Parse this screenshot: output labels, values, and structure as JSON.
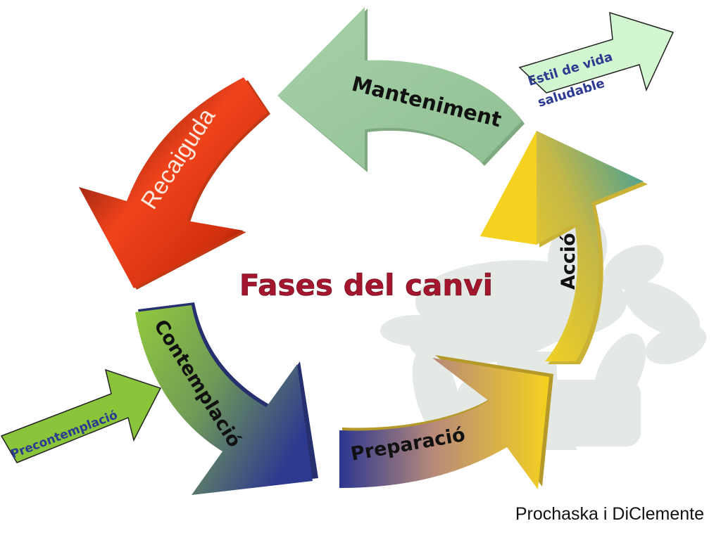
{
  "title": "Fases del canvi",
  "stages": {
    "maintenance": "Manteniment",
    "relapse": "Recaiguda",
    "contemplation": "Contemplació",
    "preparation": "Preparació",
    "action": "Acció"
  },
  "exit_arrow": "Estil de vida saludable",
  "exit_arrow_lines": [
    "Estil de vida",
    "saludable"
  ],
  "entry_arrow": "Precontemplació",
  "credit": "Prochaska i DiClemente",
  "colors": {
    "title": "#a3162d",
    "maintenance": "#9dc79f",
    "relapse_light": "#f44a1c",
    "relapse_dark": "#5a0a08",
    "contemplation_start": "#8fc73e",
    "contemplation_end": "#2c3a8f",
    "preparation_start": "#2c3a8f",
    "preparation_end": "#f2d424",
    "action_start": "#f2d424",
    "action_end": "#3aa0a5",
    "entry_arrow": "#8ac43a",
    "exit_arrow": "#d2f6cf",
    "watermark": "#e6ebe7"
  }
}
